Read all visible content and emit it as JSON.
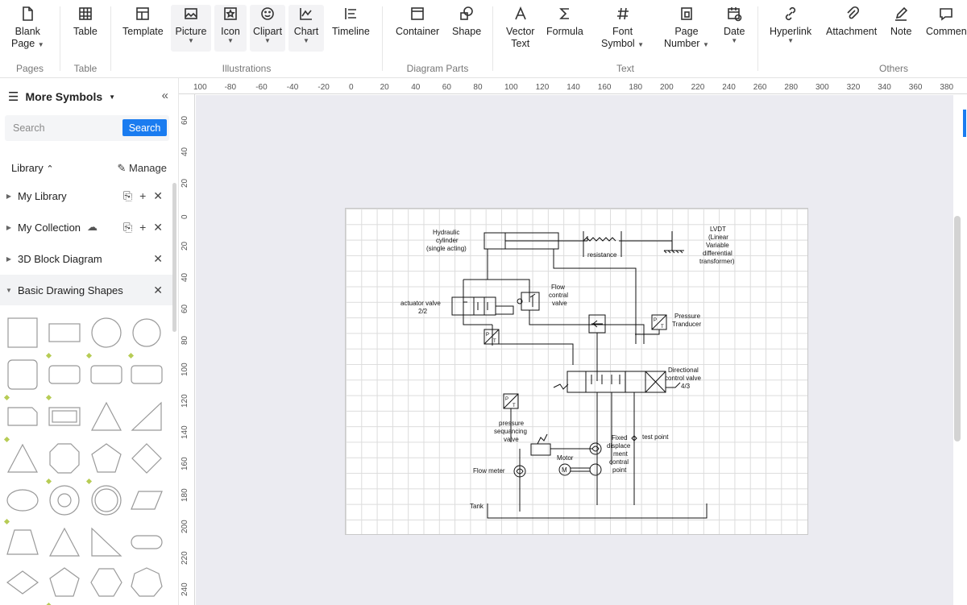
{
  "ribbon": {
    "groups": {
      "pages": "Pages",
      "table": "Table",
      "illustrations": "Illustrations",
      "diagram_parts": "Diagram Parts",
      "text": "Text",
      "others": "Others"
    },
    "buttons": {
      "blank_page": [
        "Blank",
        "Page"
      ],
      "table": "Table",
      "template": "Template",
      "picture": "Picture",
      "icon": "Icon",
      "clipart": "Clipart",
      "chart": "Chart",
      "timeline": "Timeline",
      "container": "Container",
      "shape": "Shape",
      "vector_text": [
        "Vector",
        "Text"
      ],
      "formula": "Formula",
      "font_symbol": [
        "Font",
        "Symbol"
      ],
      "page_number": [
        "Page",
        "Number"
      ],
      "date": "Date",
      "hyperlink": "Hyperlink",
      "attachment": "Attachment",
      "note": "Note",
      "comment": "Commen"
    }
  },
  "sidebar": {
    "title": "More Symbols",
    "search_placeholder": "Search",
    "search_button": "Search",
    "library_label": "Library",
    "manage_label": "Manage",
    "items": [
      {
        "label": "My Library"
      },
      {
        "label": "My Collection"
      },
      {
        "label": "3D Block Diagram"
      },
      {
        "label": "Basic Drawing Shapes"
      }
    ]
  },
  "ruler": {
    "top": [
      "100",
      "-80",
      "-60",
      "-40",
      "-20",
      "0",
      "20",
      "40",
      "60",
      "80",
      "100",
      "120",
      "140",
      "160",
      "180",
      "200",
      "220",
      "240",
      "260",
      "280",
      "300",
      "320",
      "340",
      "360",
      "380"
    ],
    "left": [
      "60",
      "40",
      "20",
      "0",
      "20",
      "40",
      "60",
      "80",
      "100",
      "120",
      "140",
      "160",
      "180",
      "200",
      "220",
      "240"
    ]
  },
  "diagram": {
    "labels": {
      "cylinder": [
        "Hydraulic",
        "cylinder",
        "(single acting)"
      ],
      "resistance": "resistance",
      "lvdt": [
        "LVDT",
        "(Linear",
        "Variable",
        "differential",
        "transformer)"
      ],
      "actuator": [
        "actuator valve",
        "2/2"
      ],
      "flow_control": [
        "Flow",
        "contral",
        "valve"
      ],
      "pressure_transducer": [
        "Pressure",
        "Tranducer"
      ],
      "directional": [
        "Directional",
        "control valve",
        "4/3"
      ],
      "pressure_seq": [
        "pressure",
        "sequancing",
        "valve"
      ],
      "fixed": [
        "Fixed",
        "displace",
        "ment",
        "contral",
        "point"
      ],
      "test_point": "test point",
      "motor": "Motor",
      "flow_meter": "Flow meter",
      "tank": "Tank",
      "pt": [
        "P",
        "T"
      ],
      "m": "M"
    }
  }
}
